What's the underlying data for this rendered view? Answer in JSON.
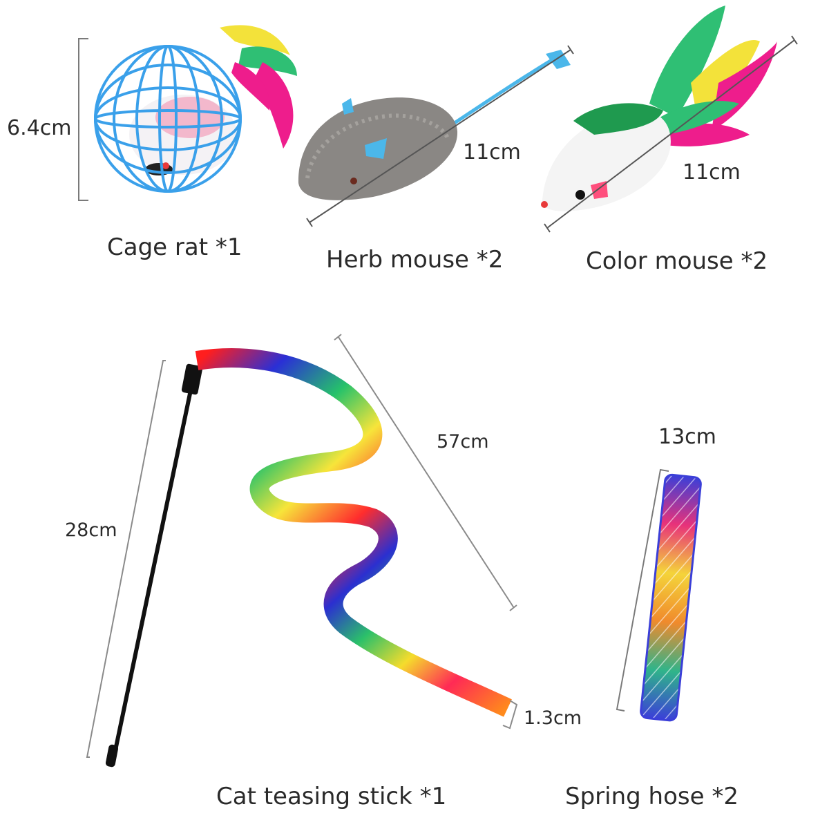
{
  "products": {
    "cage_rat": {
      "name": "Cage rat *1",
      "size": "6.4cm"
    },
    "herb_mouse": {
      "name": "Herb mouse *2",
      "size": "11cm"
    },
    "color_mouse": {
      "name": "Color mouse *2",
      "size": "11cm"
    },
    "teasing_stick": {
      "name": "Cat teasing stick *1",
      "stick_length": "28cm",
      "ribbon_length": "57cm",
      "ribbon_width": "1.3cm"
    },
    "spring_hose": {
      "name": "Spring hose *2",
      "size": "13cm"
    }
  },
  "icons": [
    "cage-rat-toy-icon",
    "herb-mouse-toy-icon",
    "color-mouse-toy-icon",
    "teasing-stick-icon",
    "rainbow-ribbon-icon",
    "spring-hose-icon"
  ],
  "colors": {
    "cage": "#3aa0ea",
    "herb_mouse": "#8a8784",
    "ear": "#4bb7ea",
    "feather_green": "#2fbf74",
    "feather_pink": "#ee1d8c",
    "feather_yellow": "#f3e23a",
    "stick": "#111111",
    "guide": "#7a7a7a"
  }
}
